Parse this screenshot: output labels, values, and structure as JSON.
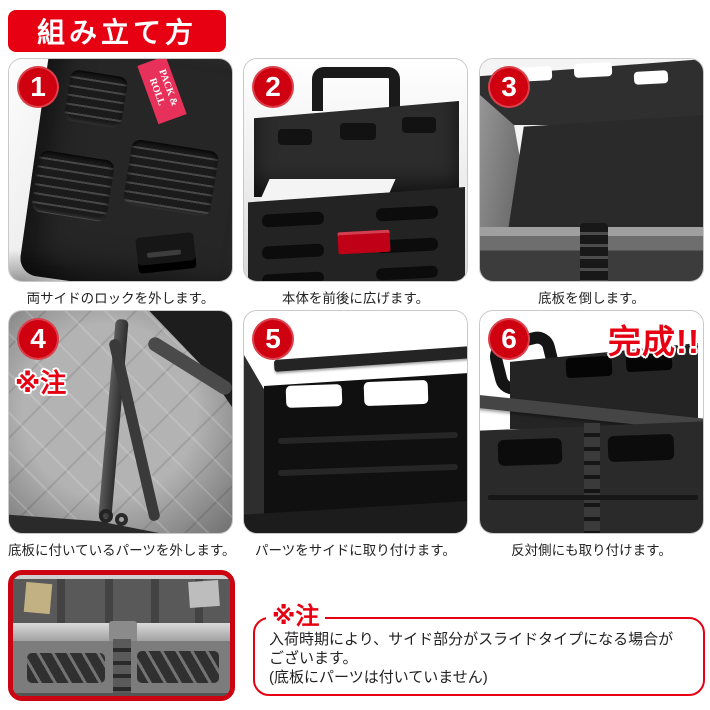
{
  "header": {
    "title": "組み立て方"
  },
  "colors": {
    "brand_red": "#e60012",
    "badge_red": "#cf000f",
    "label_pink": "#e7315a",
    "note_border_red": "#cc0310",
    "caption_text": "#222222"
  },
  "steps": [
    {
      "number": "1",
      "caption": "両サイドのロックを外します。"
    },
    {
      "number": "2",
      "caption": "本体を前後に広げます。"
    },
    {
      "number": "3",
      "caption": "底板を倒します。"
    },
    {
      "number": "4",
      "caption": "底板に付いているパーツを外します。",
      "annotation": "※注"
    },
    {
      "number": "5",
      "caption": "パーツをサイドに取り付けます。"
    },
    {
      "number": "6",
      "caption": "反対側にも取り付けます。",
      "annotation": "完成!!"
    }
  ],
  "photo_labels": {
    "pack_roll": "PACK & ROLL"
  },
  "note": {
    "label": "※注",
    "line1": "入荷時期により、サイド部分がスライドタイプになる場合が",
    "line2": "ございます。",
    "line3": "(底板にパーツは付いていません)"
  }
}
